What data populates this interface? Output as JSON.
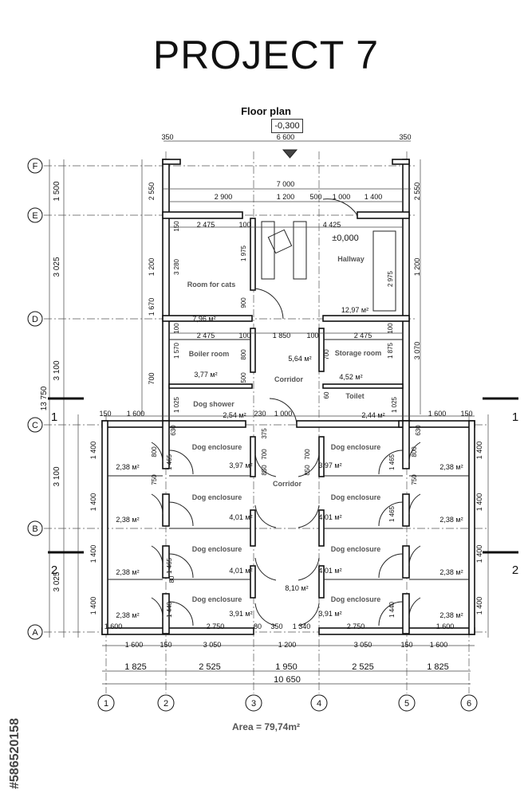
{
  "title": "PROJECT 7",
  "subtitle": "Floor plan",
  "level_mark": "-0,300",
  "area_label": "Area = 79,74m²",
  "stock_id": "#586520158",
  "axes_letters": [
    "F",
    "E",
    "D",
    "C",
    "B",
    "A"
  ],
  "axes_numbers": [
    "1",
    "2",
    "3",
    "4",
    "5",
    "6"
  ],
  "section_marks": [
    "1",
    "2"
  ],
  "rooms": {
    "hallway": "Hallway",
    "hallway_level": "±0,000",
    "hallway_area": "12,97 м²",
    "room_for_cats": "Room for cats",
    "cats_area": "7,96 м²",
    "boiler_room": "Boiler room",
    "boiler_area": "3,77 м²",
    "corridor_upper": "Corridor",
    "corridor_upper_area": "5,64 м²",
    "storage_room": "Storage room",
    "storage_area": "4,52 м²",
    "toilet": "Toilet",
    "toilet_area": "2,44 м²",
    "dog_shower": "Dog shower",
    "shower_area": "2,54 м²",
    "dog_enclosure": "Dog enclosure",
    "corridor_lower": "Corridor",
    "corridor_lower_area": "8,10 м²",
    "enc_397": "3,97 м²",
    "enc_401": "4,01 м²",
    "enc_391": "3,91 м²",
    "outer_238": "2,38 м²"
  },
  "dims_bottom": {
    "row1": [
      "1 825",
      "2 525",
      "1 950",
      "2 525",
      "1 825"
    ],
    "total": "10 650",
    "row2": [
      "1 600",
      "150",
      "3 050",
      "1 200",
      "3 050",
      "150",
      "1 600"
    ],
    "row_a": [
      "1 600",
      "2 750",
      "80",
      "350",
      "1 340",
      "2 750",
      "1 600"
    ]
  },
  "dims_left": {
    "outer": "13 750",
    "segments": [
      "1 500",
      "3 025",
      "3 100",
      "3 100",
      "3 025"
    ],
    "inner": [
      "2 550",
      "1 200",
      "1 670",
      "700",
      "1 400",
      "1 400",
      "1 400",
      "1 400"
    ]
  },
  "dims_top": {
    "top": [
      "350",
      "6 600",
      "350"
    ],
    "second": "7 000",
    "third": [
      "2 900",
      "1 200",
      "500",
      "1 000",
      "1 400"
    ],
    "fourth": [
      "2 475",
      "100",
      "4 425"
    ],
    "mid": [
      "2 475",
      "100",
      "1 850",
      "100",
      "2 475"
    ],
    "c_row": [
      "150",
      "1 600",
      "230",
      "1 000",
      "1 600",
      "150"
    ]
  },
  "dims_right": [
    "2 550",
    "1 200",
    "3 070",
    "1 400",
    "1 400",
    "1 400",
    "1 400"
  ],
  "inner_dims": [
    "1 975",
    "3 280",
    "2 975",
    "900",
    "1 570",
    "1 875",
    "800",
    "700",
    "500",
    "1 025",
    "1 025",
    "630",
    "630",
    "1 465",
    "1 465",
    "1 465",
    "1 465",
    "1 440",
    "1 440",
    "750",
    "750",
    "800",
    "800",
    "850",
    "850",
    "700",
    "700",
    "375",
    "60",
    "80",
    "100",
    "150",
    "100"
  ]
}
